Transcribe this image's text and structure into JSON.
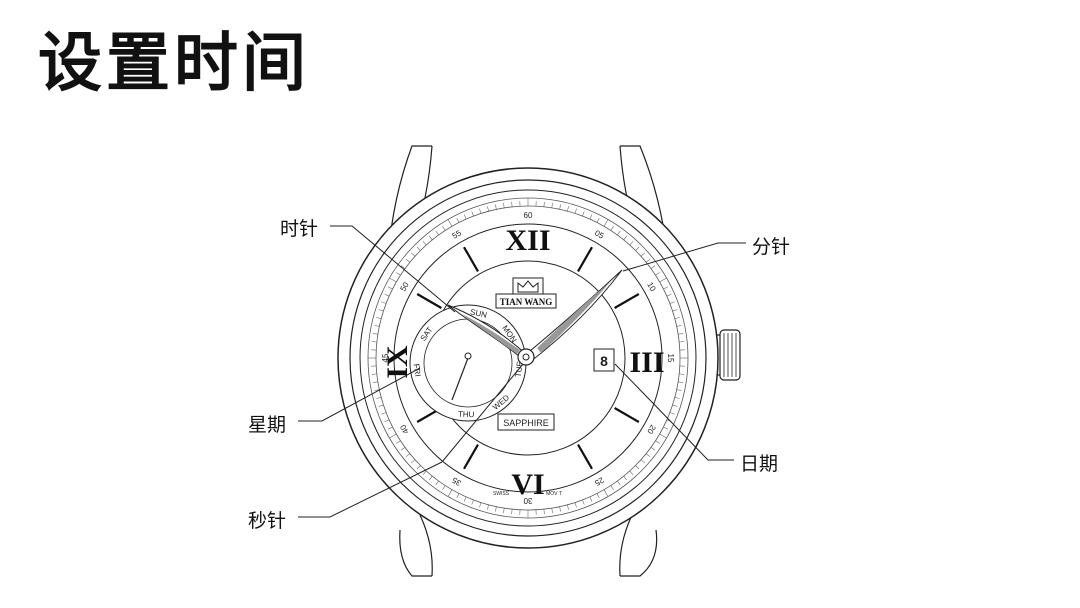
{
  "page": {
    "title": "设置时间"
  },
  "labels": {
    "hour_hand": "时针",
    "minute_hand": "分针",
    "weekday": "星期",
    "second_hand": "秒针",
    "date": "日期"
  },
  "dial": {
    "brand": "TIAN WANG",
    "sapphire": "SAPPHIRE",
    "swiss": "SWISS",
    "mov": "MOV T",
    "date_value": "8",
    "roman_numerals": [
      "XII",
      "III",
      "VI",
      "IX"
    ],
    "minute_scale": [
      "60",
      "05",
      "10",
      "15",
      "20",
      "25",
      "30",
      "35",
      "40",
      "45",
      "50",
      "55"
    ],
    "weekdays": [
      "SUN",
      "MON",
      "TUE",
      "WED",
      "THU",
      "FRI",
      "SAT"
    ]
  }
}
